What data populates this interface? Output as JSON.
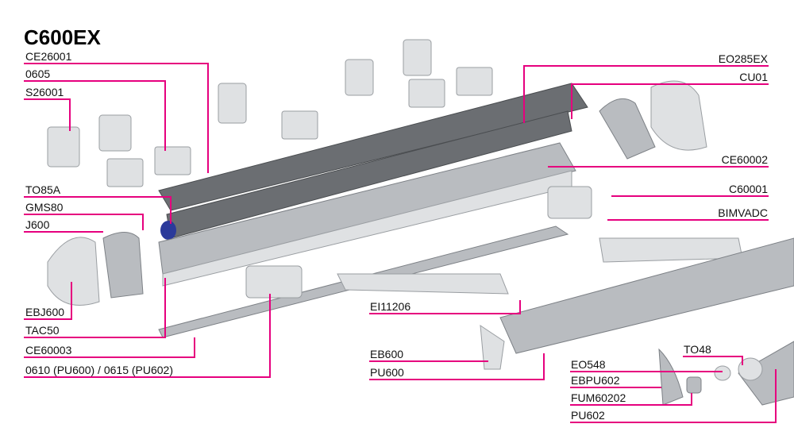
{
  "title": "C600EX",
  "accent_color": "#e6007e",
  "labels_left": [
    "CE26001",
    "0605",
    "S26001",
    "TO85A",
    "GMS80",
    "J600",
    "EBJ600",
    "TAC50",
    "CE60003",
    "0610 (PU600) / 0615 (PU602)"
  ],
  "labels_right": [
    "EO285EX",
    "CU01",
    "CE60002",
    "C60001",
    "BIMVADC"
  ],
  "labels_center": [
    "EI11206",
    "EB600",
    "PU600"
  ],
  "labels_bottom_right": [
    "TO48",
    "EO548",
    "EBPU602",
    "FUM60202",
    "PU602"
  ]
}
